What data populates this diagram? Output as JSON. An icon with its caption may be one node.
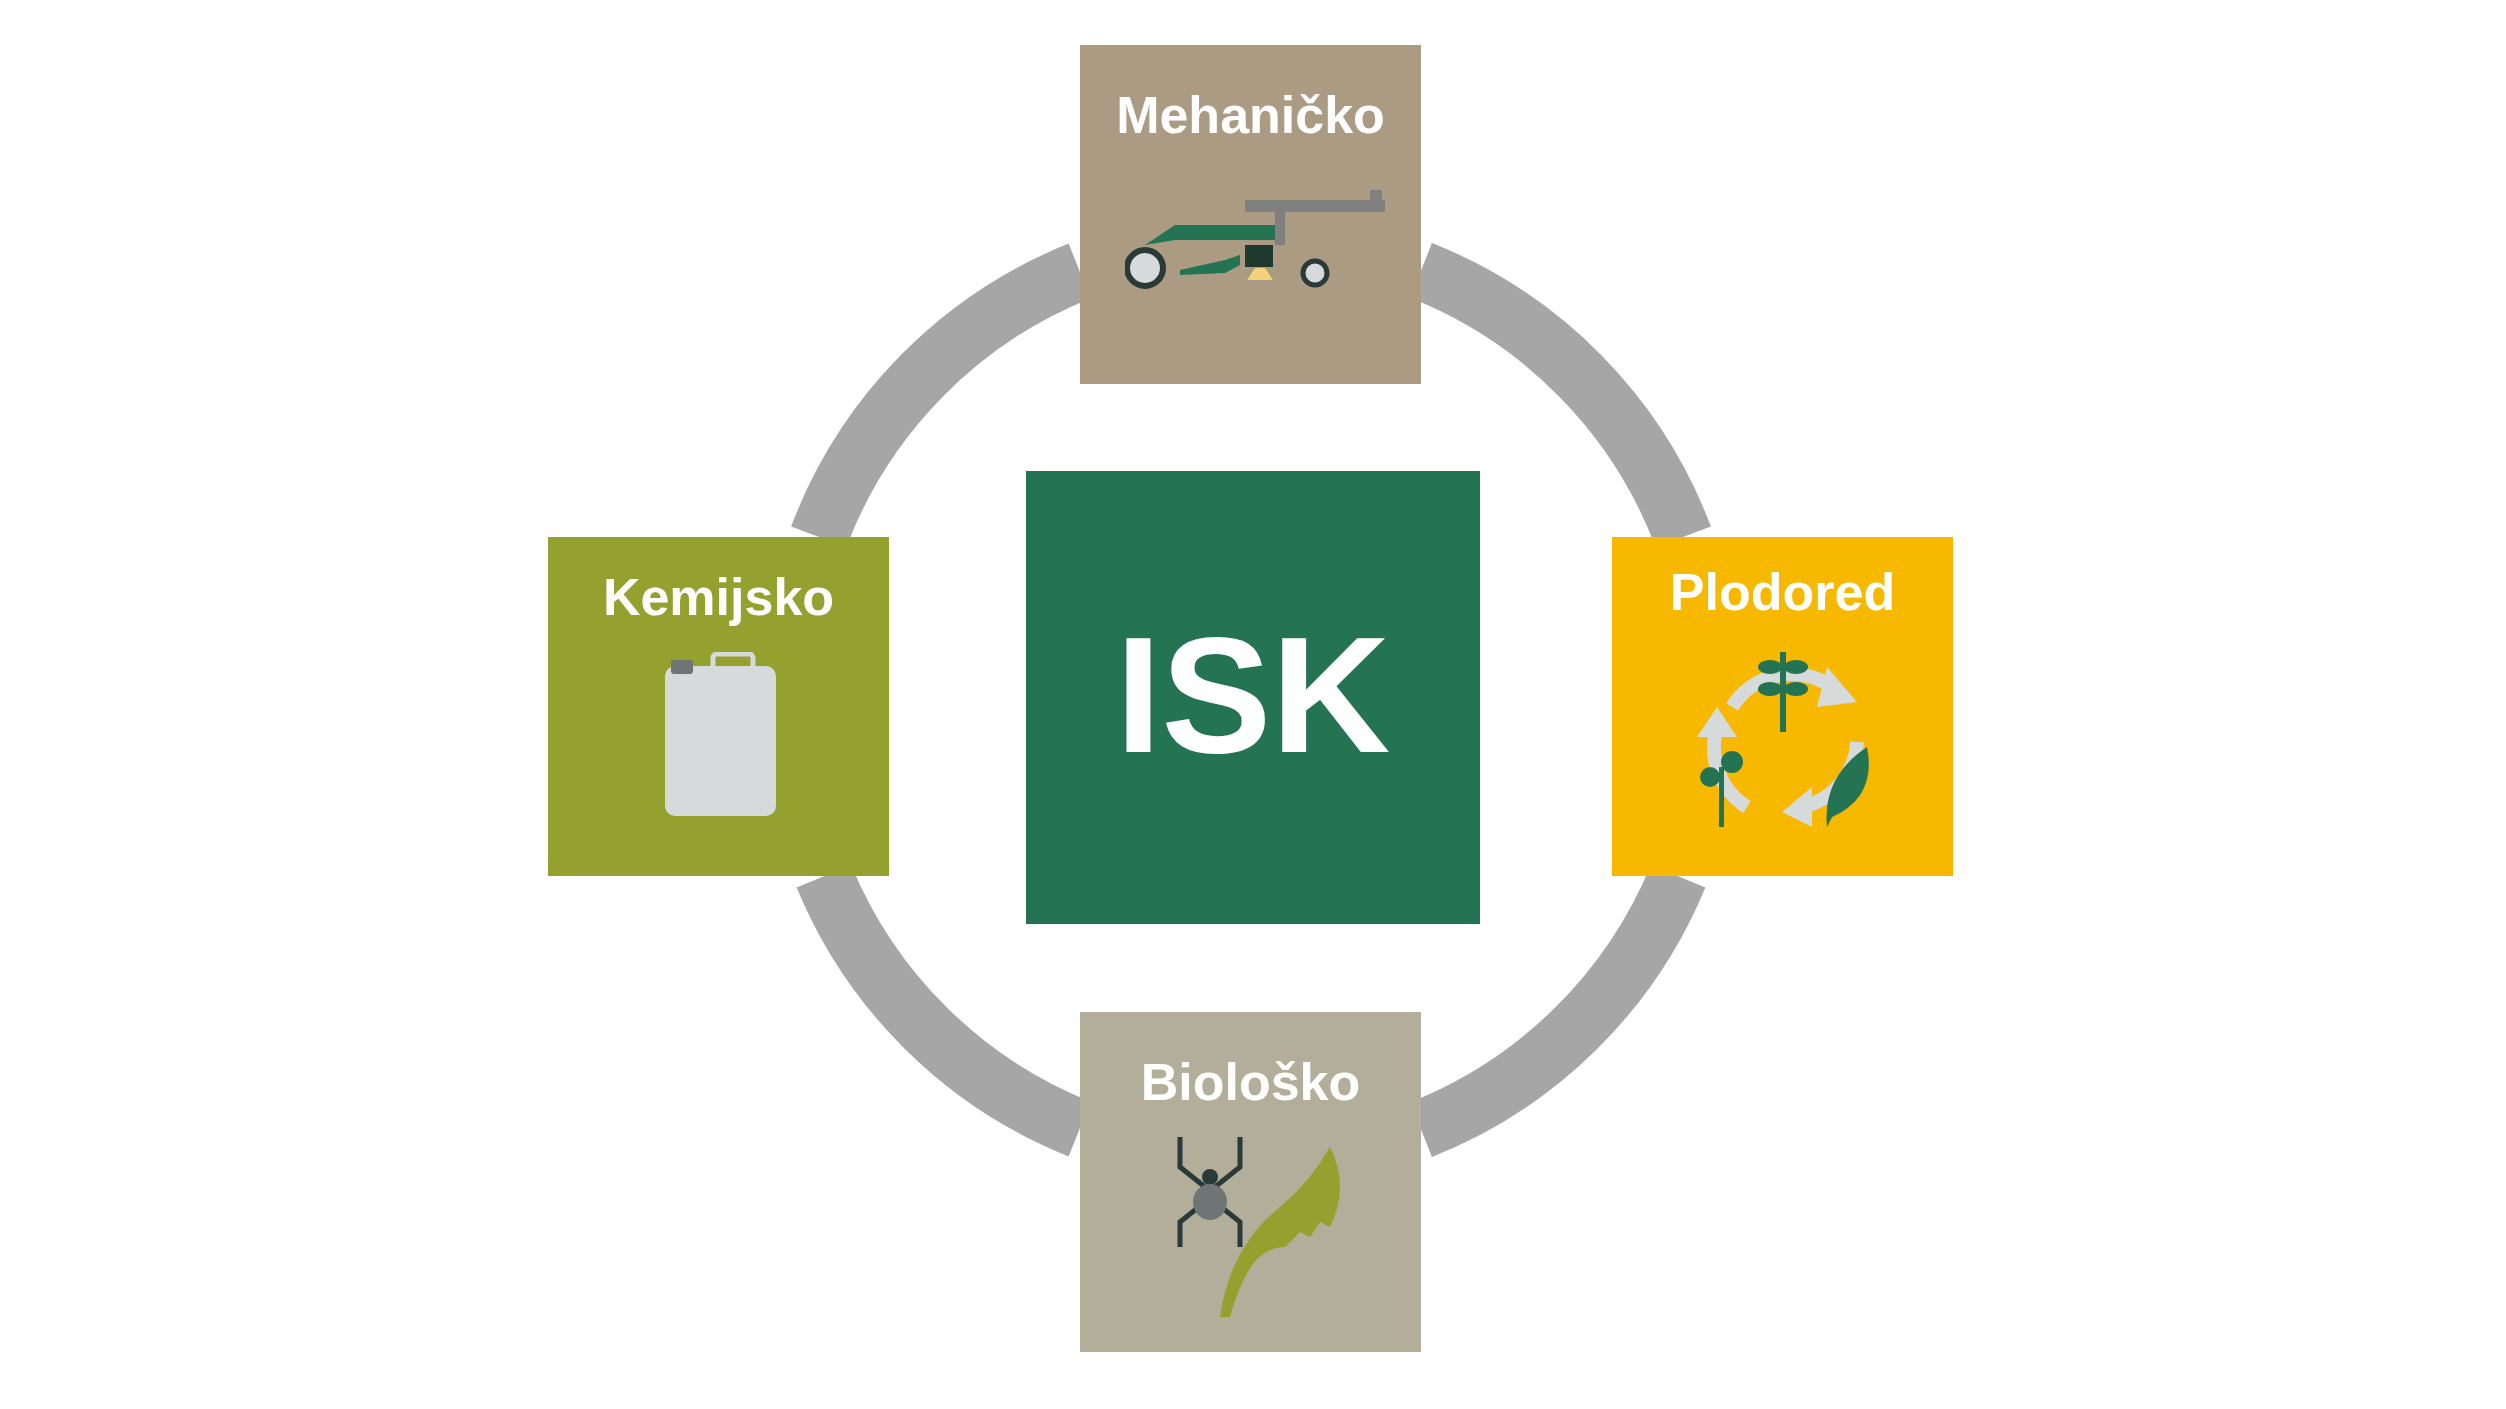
{
  "diagram": {
    "nodes": [
      {
        "text": [
          "Mehaničko"
        ]
      },
      {
        "text": [
          "Kemijsko"
        ]
      },
      {
        "text": [
          "ISK"
        ]
      },
      {
        "text": [
          "Plodored"
        ]
      },
      {
        "text": [
          "Biološko"
        ]
      }
    ],
    "edges": [
      {
        "from": 0,
        "to": 3,
        "arrow": "none"
      },
      {
        "from": 3,
        "to": 4,
        "arrow": "none"
      },
      {
        "from": 4,
        "to": 1,
        "arrow": "none"
      },
      {
        "from": 1,
        "to": 0,
        "arrow": "none"
      }
    ]
  }
}
